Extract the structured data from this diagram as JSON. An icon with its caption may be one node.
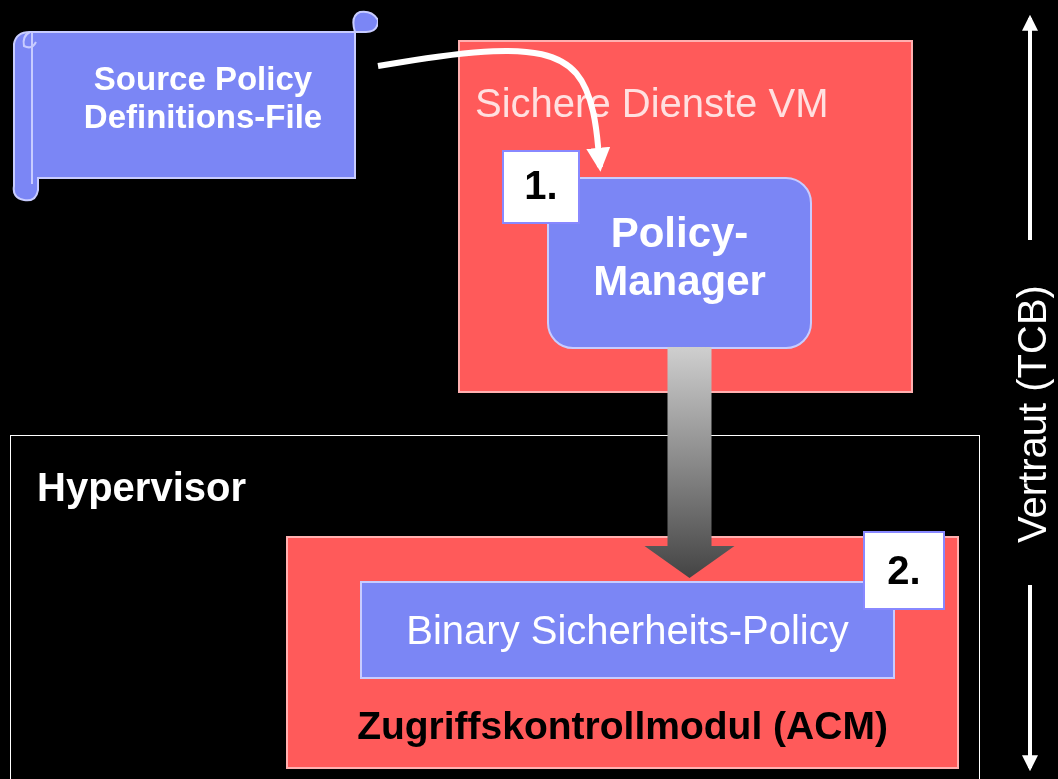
{
  "diagram": {
    "nodes": [
      {
        "text": [
          "Source Policy Definitions-File"
        ]
      },
      {
        "text": [
          "Sichere Dienste VM"
        ]
      },
      {
        "text": [
          "Policy-Manager"
        ],
        "in": 1
      },
      {
        "text": [
          "1."
        ],
        "in": 1
      },
      {
        "text": [
          "Hypervisor"
        ]
      },
      {
        "text": [
          "Zugriffskontrollmodul (ACM)"
        ],
        "in": 4
      },
      {
        "text": [
          "Binary Sicherheits-Policy"
        ],
        "in": 5
      },
      {
        "text": [
          "2."
        ],
        "in": 5
      }
    ],
    "edges": [
      {
        "from": 0,
        "to": 2,
        "arrow": "to"
      },
      {
        "from": 2,
        "to": 6,
        "arrow": "to",
        "style": "thick"
      }
    ],
    "labels": [
      "Vertraut (TCB)"
    ]
  }
}
